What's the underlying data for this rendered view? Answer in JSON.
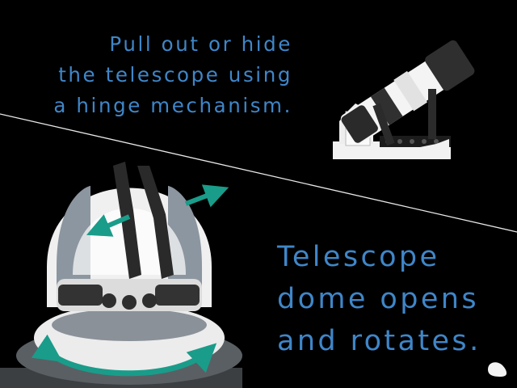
{
  "top_caption": {
    "lines": [
      "Pull out or hide",
      "the telescope using",
      "a hinge mechanism."
    ]
  },
  "bottom_caption": {
    "lines": [
      "Telescope",
      "dome opens",
      "and rotates."
    ]
  },
  "colors": {
    "background": "#000000",
    "caption": "#3f86c8",
    "arrow": "#1a9c8a"
  },
  "icons": [
    "telescope-hinge-model",
    "observatory-dome-model",
    "dome-open-arrow",
    "dome-rotate-arrow",
    "corner-logo-icon"
  ]
}
